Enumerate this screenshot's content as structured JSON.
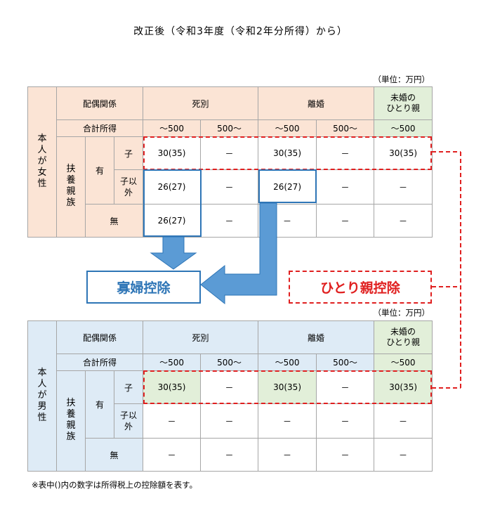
{
  "title": "改正後（令和3年度（令和2年分所得）から）",
  "unit_label": "（単位：万円）",
  "note": "※表中()内の数字は所得税上の控除額を表す。",
  "labels": {
    "kafu": "寡婦控除",
    "hitori": "ひとり親控除"
  },
  "colors": {
    "female_header": "#fbe4d5",
    "male_header": "#deebf6",
    "unmarried_header": "#e2efd9",
    "red_dash": "#e02020",
    "blue": "#2e75b6",
    "arrow": "#5b9bd5"
  },
  "headers": {
    "spouse_relation": "配偶関係",
    "death": "死別",
    "divorce": "離婚",
    "unmarried": "未婚の\nひとり親",
    "total_income": "合計所得",
    "income_low": "～500",
    "income_high": "500～",
    "dependents": "扶養親族",
    "yes": "有",
    "child": "子",
    "non_child": "子以外",
    "none": "無"
  },
  "female_table": {
    "side_label": "本人が女性",
    "rows": [
      [
        "30(35)",
        "－",
        "30(35)",
        "－",
        "30(35)"
      ],
      [
        "26(27)",
        "－",
        "26(27)",
        "－",
        "－"
      ],
      [
        "26(27)",
        "－",
        "－",
        "－",
        "－"
      ]
    ]
  },
  "male_table": {
    "side_label": "本人が男性",
    "rows": [
      [
        "30(35)",
        "－",
        "30(35)",
        "－",
        "30(35)"
      ],
      [
        "－",
        "－",
        "－",
        "－",
        "－"
      ],
      [
        "－",
        "－",
        "－",
        "－",
        "－"
      ]
    ]
  }
}
